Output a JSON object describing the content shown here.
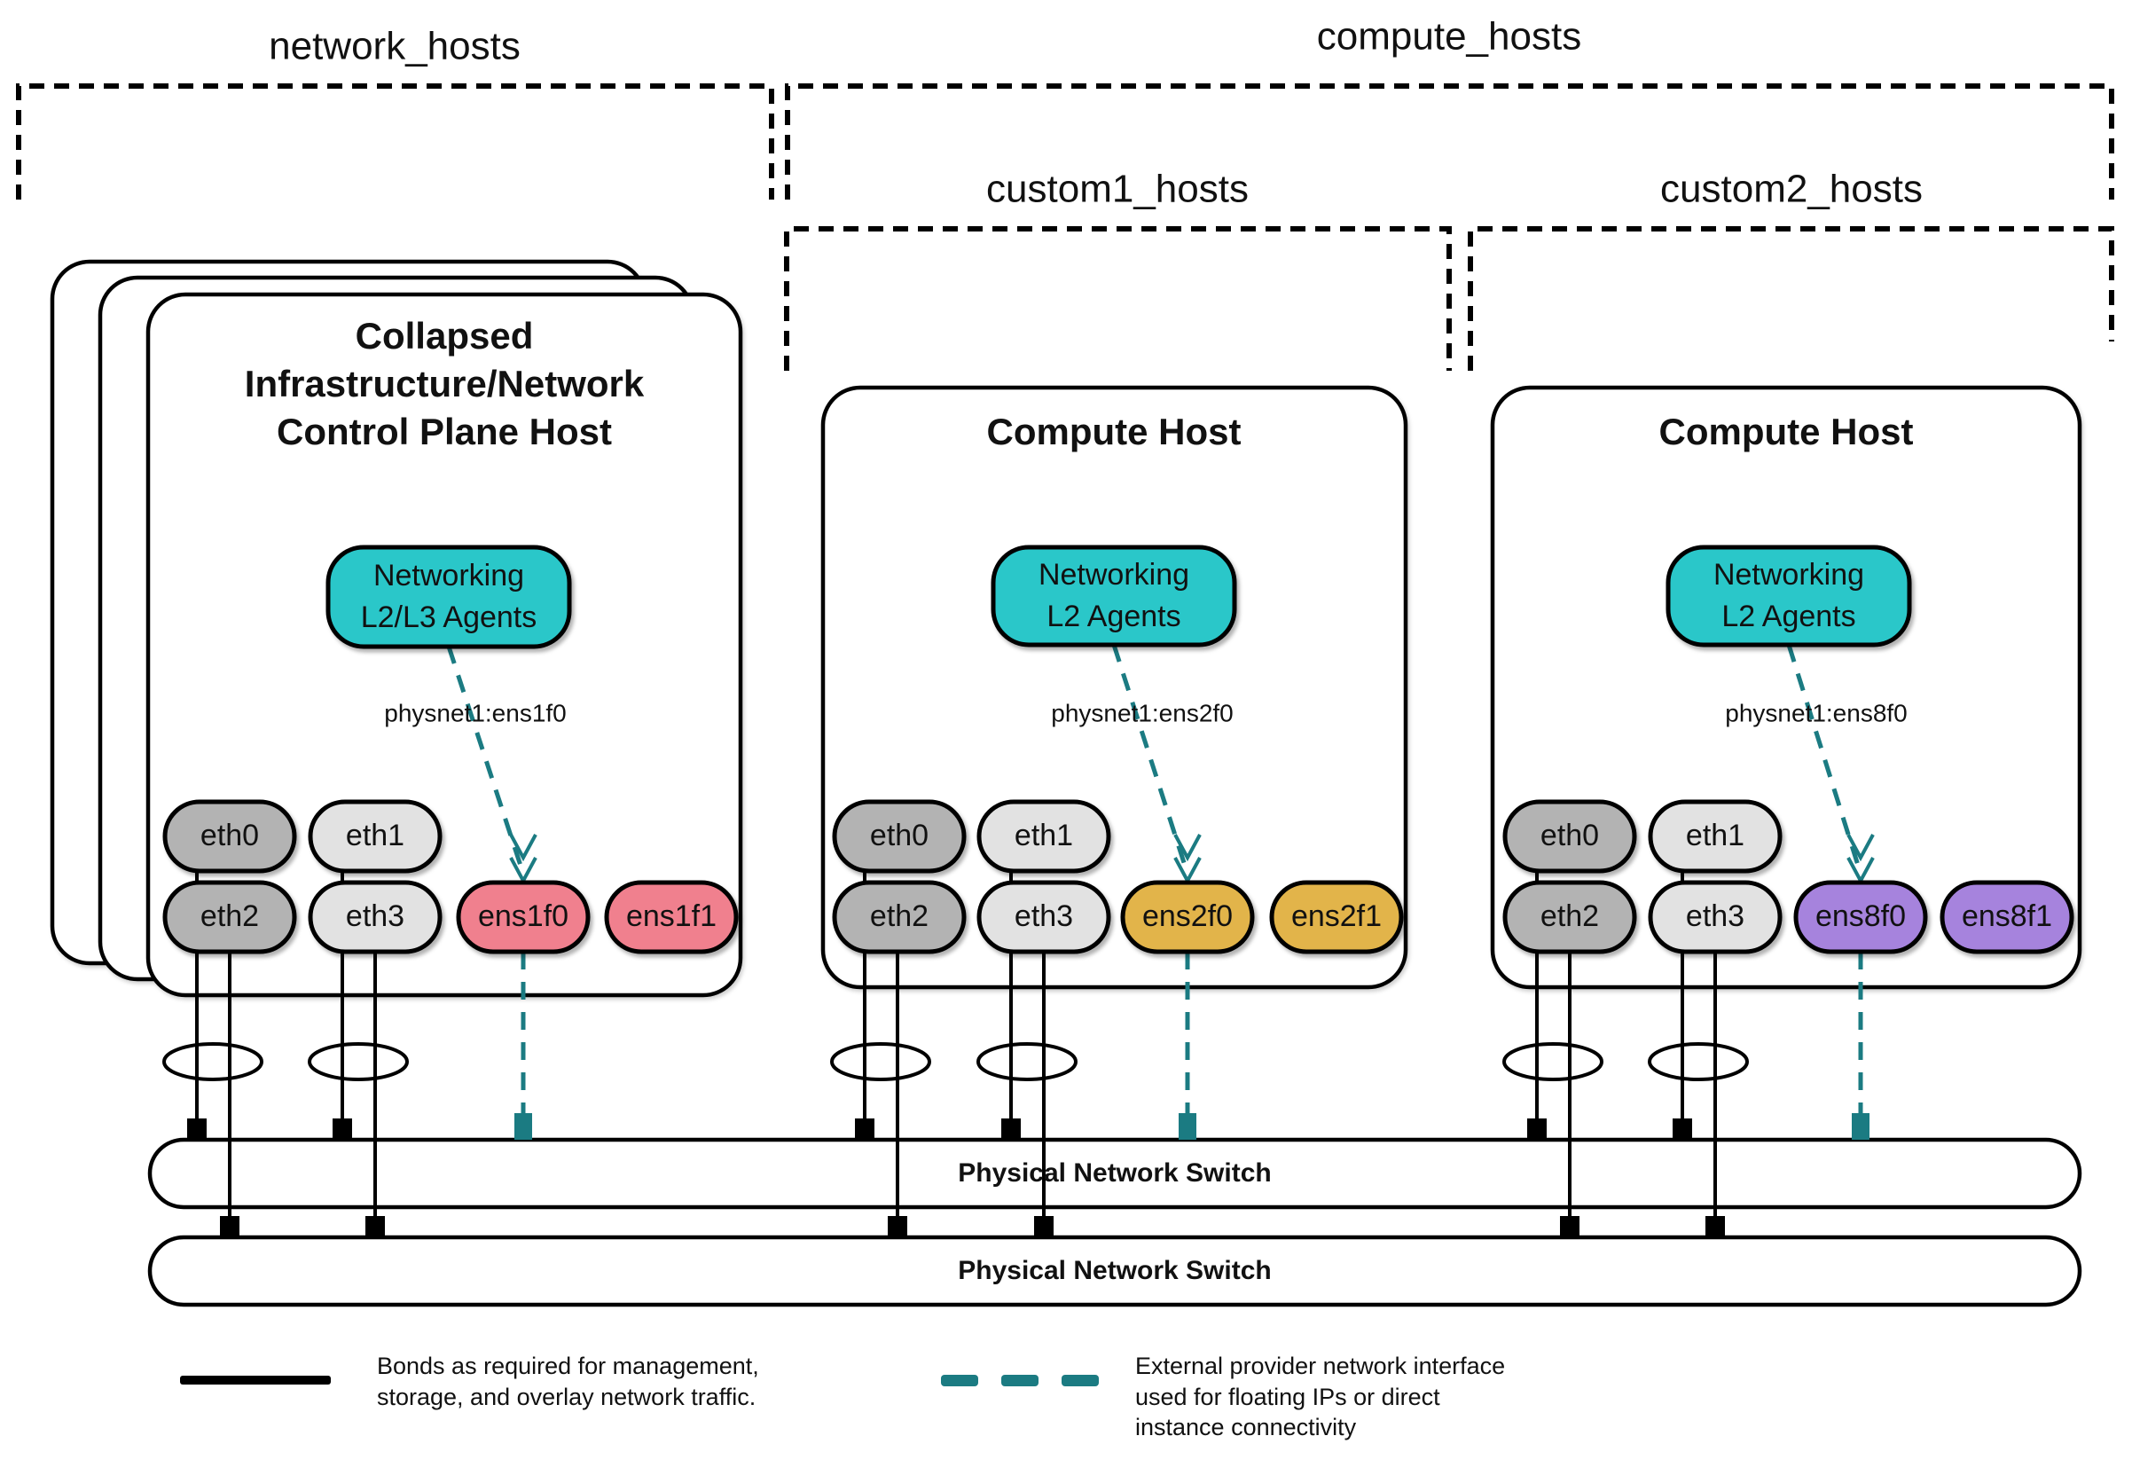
{
  "groups": {
    "network": {
      "label": "network_hosts"
    },
    "compute": {
      "label": "compute_hosts"
    },
    "custom1": {
      "label": "custom1_hosts"
    },
    "custom2": {
      "label": "custom2_hosts"
    }
  },
  "hosts": [
    {
      "title_lines": [
        "Collapsed",
        "Infrastructure/Network",
        "Control Plane Host"
      ],
      "agent_lines": [
        "Networking",
        "L2/L3 Agents"
      ],
      "physnet": "physnet1:ens1f0",
      "nics": [
        {
          "label": "eth0",
          "fill": "#B3B3B3",
          "text_color": "#111111"
        },
        {
          "label": "eth1",
          "fill": "#E2E2E2",
          "text_color": "#111111"
        },
        {
          "label": "eth2",
          "fill": "#B3B3B3",
          "text_color": "#111111"
        },
        {
          "label": "eth3",
          "fill": "#E2E2E2",
          "text_color": "#111111"
        },
        {
          "label": "ens1f0",
          "fill": "#F0808E",
          "text_color": "#111111"
        },
        {
          "label": "ens1f1",
          "fill": "#F0808E",
          "text_color": "#111111"
        }
      ]
    },
    {
      "title_lines": [
        "Compute Host"
      ],
      "agent_lines": [
        "Networking",
        "L2 Agents"
      ],
      "physnet": "physnet1:ens2f0",
      "nics": [
        {
          "label": "eth0",
          "fill": "#B3B3B3",
          "text_color": "#111111"
        },
        {
          "label": "eth1",
          "fill": "#E2E2E2",
          "text_color": "#111111"
        },
        {
          "label": "eth2",
          "fill": "#B3B3B3",
          "text_color": "#111111"
        },
        {
          "label": "eth3",
          "fill": "#E2E2E2",
          "text_color": "#111111"
        },
        {
          "label": "ens2f0",
          "fill": "#E2B44A",
          "text_color": "#111111"
        },
        {
          "label": "ens2f1",
          "fill": "#E2B44A",
          "text_color": "#111111"
        }
      ]
    },
    {
      "title_lines": [
        "Compute Host"
      ],
      "agent_lines": [
        "Networking",
        "L2 Agents"
      ],
      "physnet": "physnet1:ens8f0",
      "nics": [
        {
          "label": "eth0",
          "fill": "#B3B3B3",
          "text_color": "#111111"
        },
        {
          "label": "eth1",
          "fill": "#E2E2E2",
          "text_color": "#111111"
        },
        {
          "label": "eth2",
          "fill": "#B3B3B3",
          "text_color": "#111111"
        },
        {
          "label": "eth3",
          "fill": "#E2E2E2",
          "text_color": "#111111"
        },
        {
          "label": "ens8f0",
          "fill": "#A683DD",
          "text_color": "#FFFFFF"
        },
        {
          "label": "ens8f1",
          "fill": "#A683DD",
          "text_color": "#FFFFFF"
        }
      ]
    }
  ],
  "switches": [
    {
      "label": "Physical Network Switch"
    },
    {
      "label": "Physical Network Switch"
    }
  ],
  "legend": {
    "bond_lines": [
      "Bonds as required for management,",
      "storage, and overlay network traffic."
    ],
    "provider_lines": [
      "External provider network interface",
      "used for floating IPs or direct",
      "instance connectivity"
    ]
  },
  "colors": {
    "agent_fill": "#2AC7C9",
    "provider_line": "#1B7B82",
    "outline": "#000000",
    "bond_line": "#000000",
    "background": "#FFFFFF"
  }
}
